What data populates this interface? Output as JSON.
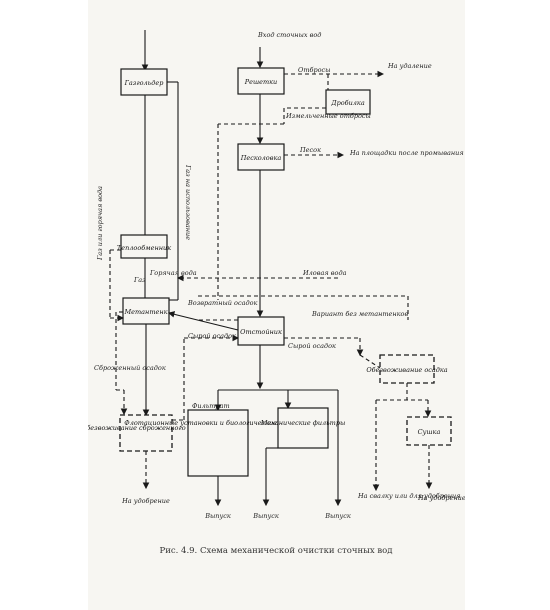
{
  "caption": "Рис. 4.9. Схема механической очистки сточных вод",
  "boxes": {
    "gasholder": "Газгольдер",
    "screens": "Решетки",
    "crusher": "Дробилка",
    "grit_chamber": "Песколовка",
    "heat_exchanger": "Теплообменник",
    "digester": "Метантенк",
    "settler": "Отстойник",
    "sludge_dewatering": "Обезвоживание сброженного осадка",
    "flotation": "Флотационные установки и биологические фильтры",
    "mech_filters": "Механические фильтры",
    "raw_sludge_dewatering": "Обезвоживание осадка",
    "drying": "Сушка"
  },
  "labels": {
    "inlet": "Вход сточных вод",
    "screenings": "Отбросы",
    "to_removal": "На удаление",
    "crushed_screenings": "Измельченные отбросы",
    "sand": "Песок",
    "to_sand_pads": "На площадки после промывания",
    "gas_use": "Газ на использование",
    "hot_water": "Горячая вода",
    "gas": "Газ",
    "gas_water_cooler": "Газ или горячая вода",
    "return_sludge": "Возвратный осадок",
    "raw_sludge": "Сырой осадок",
    "supernatant": "Иловая вода",
    "variant": "Вариант без метантенков",
    "raw_sludge2": "Сырой осадок",
    "digested_sludge": "Сброженный осадок",
    "filtrate": "Фильтрат",
    "to_fertilizer1": "На удобрение",
    "outlet1": "Выпуск",
    "outlet2": "Выпуск",
    "outlet3": "Выпуск",
    "to_landfill": "На свалку или для удобрения",
    "to_fertilizer2": "На удобрение"
  }
}
